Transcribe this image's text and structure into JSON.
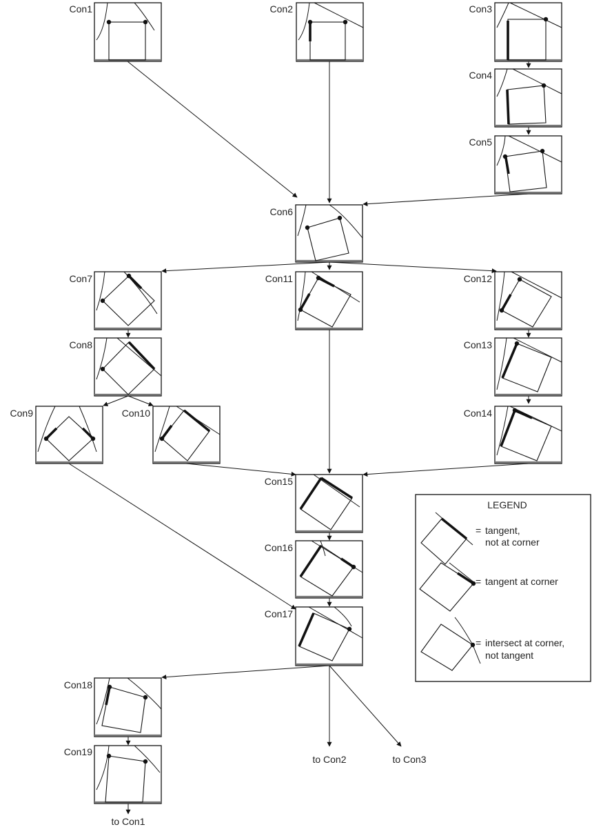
{
  "diagram": {
    "states": [
      {
        "id": "Con1",
        "label": "Con1"
      },
      {
        "id": "Con2",
        "label": "Con2"
      },
      {
        "id": "Con3",
        "label": "Con3"
      },
      {
        "id": "Con4",
        "label": "Con4"
      },
      {
        "id": "Con5",
        "label": "Con5"
      },
      {
        "id": "Con6",
        "label": "Con6"
      },
      {
        "id": "Con7",
        "label": "Con7"
      },
      {
        "id": "Con8",
        "label": "Con8"
      },
      {
        "id": "Con9",
        "label": "Con9"
      },
      {
        "id": "Con10",
        "label": "Con10"
      },
      {
        "id": "Con11",
        "label": "Con11"
      },
      {
        "id": "Con12",
        "label": "Con12"
      },
      {
        "id": "Con13",
        "label": "Con13"
      },
      {
        "id": "Con14",
        "label": "Con14"
      },
      {
        "id": "Con15",
        "label": "Con15"
      },
      {
        "id": "Con16",
        "label": "Con16"
      },
      {
        "id": "Con17",
        "label": "Con17"
      },
      {
        "id": "Con18",
        "label": "Con18"
      },
      {
        "id": "Con19",
        "label": "Con19"
      }
    ],
    "transitions": [
      {
        "from": "Con1",
        "to": "Con6"
      },
      {
        "from": "Con2",
        "to": "Con6"
      },
      {
        "from": "Con3",
        "to": "Con4"
      },
      {
        "from": "Con4",
        "to": "Con5"
      },
      {
        "from": "Con5",
        "to": "Con6"
      },
      {
        "from": "Con6",
        "to": "Con7"
      },
      {
        "from": "Con6",
        "to": "Con11"
      },
      {
        "from": "Con6",
        "to": "Con12"
      },
      {
        "from": "Con7",
        "to": "Con8"
      },
      {
        "from": "Con8",
        "to": "Con9"
      },
      {
        "from": "Con8",
        "to": "Con10"
      },
      {
        "from": "Con12",
        "to": "Con13"
      },
      {
        "from": "Con13",
        "to": "Con14"
      },
      {
        "from": "Con10",
        "to": "Con15"
      },
      {
        "from": "Con11",
        "to": "Con15"
      },
      {
        "from": "Con14",
        "to": "Con15"
      },
      {
        "from": "Con9",
        "to": "Con17"
      },
      {
        "from": "Con15",
        "to": "Con16"
      },
      {
        "from": "Con16",
        "to": "Con17"
      },
      {
        "from": "Con17",
        "to": "Con18"
      },
      {
        "from": "Con18",
        "to": "Con19"
      },
      {
        "from": "Con17",
        "to": "Con2",
        "label": "to Con2"
      },
      {
        "from": "Con17",
        "to": "Con3",
        "label": "to Con3"
      },
      {
        "from": "Con19",
        "to": "Con1",
        "label": "to Con1"
      }
    ],
    "exit_labels": {
      "to_con1": "to Con1",
      "to_con2": "to Con2",
      "to_con3": "to Con3"
    }
  },
  "legend": {
    "title": "LEGEND",
    "entries": [
      {
        "symbol": "=",
        "line1": "tangent,",
        "line2": "not at corner"
      },
      {
        "symbol": "=",
        "line1": "tangent at corner",
        "line2": ""
      },
      {
        "symbol": "=",
        "line1": "intersect at corner,",
        "line2": "not tangent"
      }
    ]
  }
}
